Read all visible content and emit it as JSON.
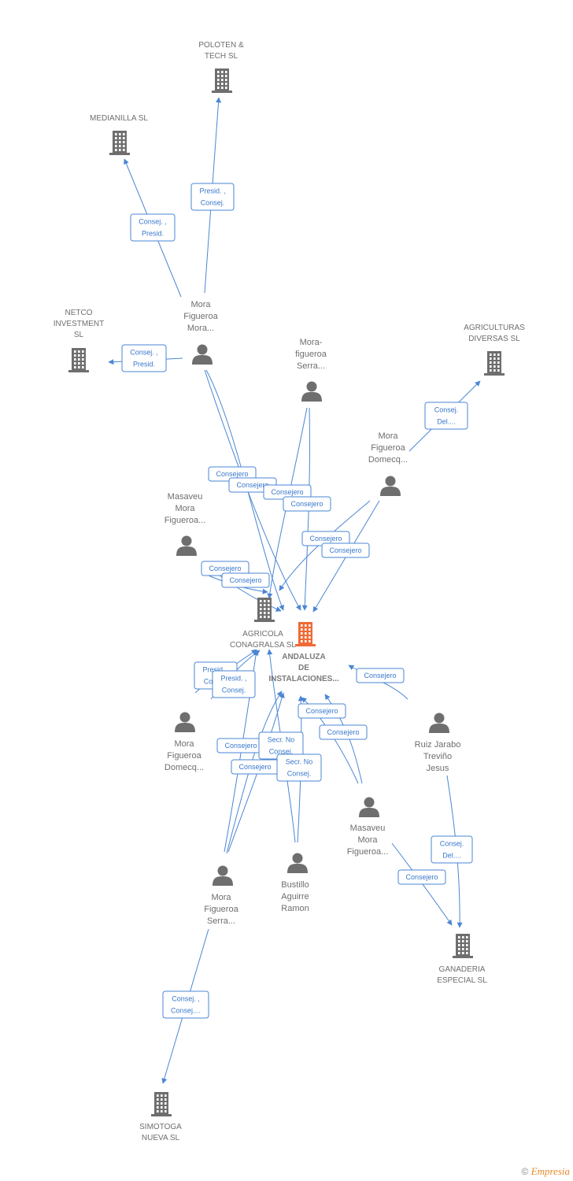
{
  "colors": {
    "edge": "#4a86d4",
    "node": "#6e6e6e",
    "focus": "#f06a35"
  },
  "nodes": [
    {
      "id": "poloten",
      "type": "company",
      "lines": [
        "POLOTEN &",
        "TECH  SL"
      ],
      "icon": "building-icon"
    },
    {
      "id": "medianilla",
      "type": "company",
      "lines": [
        "MEDIANILLA SL"
      ],
      "icon": "building-icon"
    },
    {
      "id": "netco",
      "type": "company",
      "lines": [
        "NETCO",
        "INVESTMENT",
        "SL"
      ],
      "icon": "building-icon"
    },
    {
      "id": "agriculturas",
      "type": "company",
      "lines": [
        "AGRICULTURAS",
        "DIVERSAS SL"
      ],
      "icon": "building-icon"
    },
    {
      "id": "p_mfm1",
      "type": "person",
      "lines": [
        "Mora",
        "Figueroa",
        "Mora..."
      ],
      "icon": "person-icon"
    },
    {
      "id": "p_mfs1",
      "type": "person",
      "lines": [
        "Mora-",
        "figueroa",
        "Serra..."
      ],
      "icon": "person-icon"
    },
    {
      "id": "p_mfd1",
      "type": "person",
      "lines": [
        "Mora",
        "Figueroa",
        "Domecq..."
      ],
      "icon": "person-icon"
    },
    {
      "id": "p_mmf1",
      "type": "person",
      "lines": [
        "Masaveu",
        "Mora",
        "Figueroa..."
      ],
      "icon": "person-icon"
    },
    {
      "id": "agricola",
      "type": "company",
      "lines": [
        "AGRICOLA",
        "CONAGRALSA SL"
      ],
      "icon": "building-icon"
    },
    {
      "id": "andaluza",
      "type": "focus",
      "lines": [
        "ANDALUZA",
        "DE",
        "INSTALACIONES..."
      ],
      "icon": "building-icon"
    },
    {
      "id": "p_mfd2",
      "type": "person",
      "lines": [
        "Mora",
        "Figueroa",
        "Domecq..."
      ],
      "icon": "person-icon"
    },
    {
      "id": "p_rjt",
      "type": "person",
      "lines": [
        "Ruiz Jarabo",
        "Treviño",
        "Jesus"
      ],
      "icon": "person-icon"
    },
    {
      "id": "p_mmf2",
      "type": "person",
      "lines": [
        "Masaveu",
        "Mora",
        "Figueroa..."
      ],
      "icon": "person-icon"
    },
    {
      "id": "p_bar",
      "type": "person",
      "lines": [
        "Bustillo",
        "Aguirre",
        "Ramon"
      ],
      "icon": "person-icon"
    },
    {
      "id": "p_mfs2",
      "type": "person",
      "lines": [
        "Mora",
        "Figueroa",
        "Serra..."
      ],
      "icon": "person-icon"
    },
    {
      "id": "ganaderia",
      "type": "company",
      "lines": [
        "GANADERIA",
        "ESPECIAL SL"
      ],
      "icon": "building-icon"
    },
    {
      "id": "simotoga",
      "type": "company",
      "lines": [
        "SIMOTOGA",
        "NUEVA SL"
      ],
      "icon": "building-icon"
    }
  ],
  "edge_labels": [
    {
      "lines": [
        "Presid. ,",
        "Consej."
      ]
    },
    {
      "lines": [
        "Consej. ,",
        "Presid."
      ]
    },
    {
      "lines": [
        "Consej. ,",
        "Presid."
      ]
    },
    {
      "lines": [
        "Consej.",
        "Del...."
      ]
    },
    {
      "lines": [
        "Consejero"
      ]
    },
    {
      "lines": [
        "Consejero"
      ]
    },
    {
      "lines": [
        "Consejero"
      ]
    },
    {
      "lines": [
        "Consejero"
      ]
    },
    {
      "lines": [
        "Consejero"
      ]
    },
    {
      "lines": [
        "Consejero"
      ]
    },
    {
      "lines": [
        "Consejero"
      ]
    },
    {
      "lines": [
        "Consejero"
      ]
    },
    {
      "lines": [
        "Presid. ,",
        "Consej."
      ]
    },
    {
      "lines": [
        "Presid. ,",
        "Consej."
      ]
    },
    {
      "lines": [
        "Consejero"
      ]
    },
    {
      "lines": [
        "Consejero"
      ]
    },
    {
      "lines": [
        "Consejero"
      ]
    },
    {
      "lines": [
        "Consejero"
      ]
    },
    {
      "lines": [
        "Secr.  No",
        "Consej."
      ]
    },
    {
      "lines": [
        "Consejero"
      ]
    },
    {
      "lines": [
        "Secr.  No",
        "Consej."
      ]
    },
    {
      "lines": [
        "Consej.",
        "Del...."
      ]
    },
    {
      "lines": [
        "Consejero"
      ]
    },
    {
      "lines": [
        "Consej. ,",
        "Consej...."
      ]
    }
  ],
  "footer": {
    "copyright": "©",
    "brand": "Empresia"
  }
}
